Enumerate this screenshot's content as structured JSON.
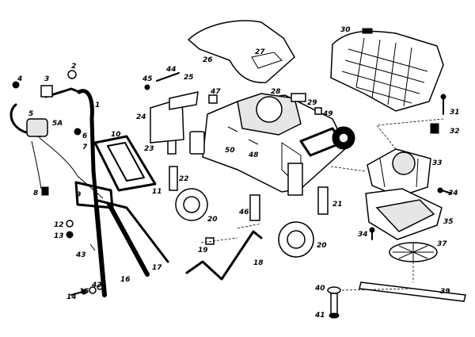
{
  "labels": [
    {
      "id": "1",
      "text": "1"
    },
    {
      "id": "2",
      "text": "2"
    },
    {
      "id": "3",
      "text": "3"
    },
    {
      "id": "4",
      "text": "4"
    },
    {
      "id": "5",
      "text": "5"
    },
    {
      "id": "5a",
      "text": "5A"
    },
    {
      "id": "6",
      "text": "6"
    },
    {
      "id": "7",
      "text": "7"
    },
    {
      "id": "8",
      "text": "8"
    },
    {
      "id": "9",
      "text": "9"
    },
    {
      "id": "10",
      "text": "10"
    },
    {
      "id": "11",
      "text": "11"
    },
    {
      "id": "12",
      "text": "12"
    },
    {
      "id": "13",
      "text": "13"
    },
    {
      "id": "14",
      "text": "14"
    },
    {
      "id": "15",
      "text": "15"
    },
    {
      "id": "16",
      "text": "16"
    },
    {
      "id": "17",
      "text": "17"
    },
    {
      "id": "18",
      "text": "18"
    },
    {
      "id": "19",
      "text": "19"
    },
    {
      "id": "20a",
      "text": "20"
    },
    {
      "id": "20b",
      "text": "20"
    },
    {
      "id": "21",
      "text": "21"
    },
    {
      "id": "22",
      "text": "22"
    },
    {
      "id": "23",
      "text": "23"
    },
    {
      "id": "24",
      "text": "24"
    },
    {
      "id": "25",
      "text": "25"
    },
    {
      "id": "26",
      "text": "26"
    },
    {
      "id": "27",
      "text": "27"
    },
    {
      "id": "28",
      "text": "28"
    },
    {
      "id": "29",
      "text": "29"
    },
    {
      "id": "30",
      "text": "30"
    },
    {
      "id": "31",
      "text": "31"
    },
    {
      "id": "32",
      "text": "32"
    },
    {
      "id": "33",
      "text": "33"
    },
    {
      "id": "34a",
      "text": "34"
    },
    {
      "id": "34b",
      "text": "34"
    },
    {
      "id": "35",
      "text": "35"
    },
    {
      "id": "37",
      "text": "37"
    },
    {
      "id": "39",
      "text": "39"
    },
    {
      "id": "40",
      "text": "40"
    },
    {
      "id": "41",
      "text": "41"
    },
    {
      "id": "42",
      "text": "42"
    },
    {
      "id": "43",
      "text": "43"
    },
    {
      "id": "44",
      "text": "44"
    },
    {
      "id": "45",
      "text": "45"
    },
    {
      "id": "46",
      "text": "46"
    },
    {
      "id": "47",
      "text": "47"
    },
    {
      "id": "48",
      "text": "48"
    },
    {
      "id": "49",
      "text": "49"
    },
    {
      "id": "50",
      "text": "50"
    }
  ]
}
